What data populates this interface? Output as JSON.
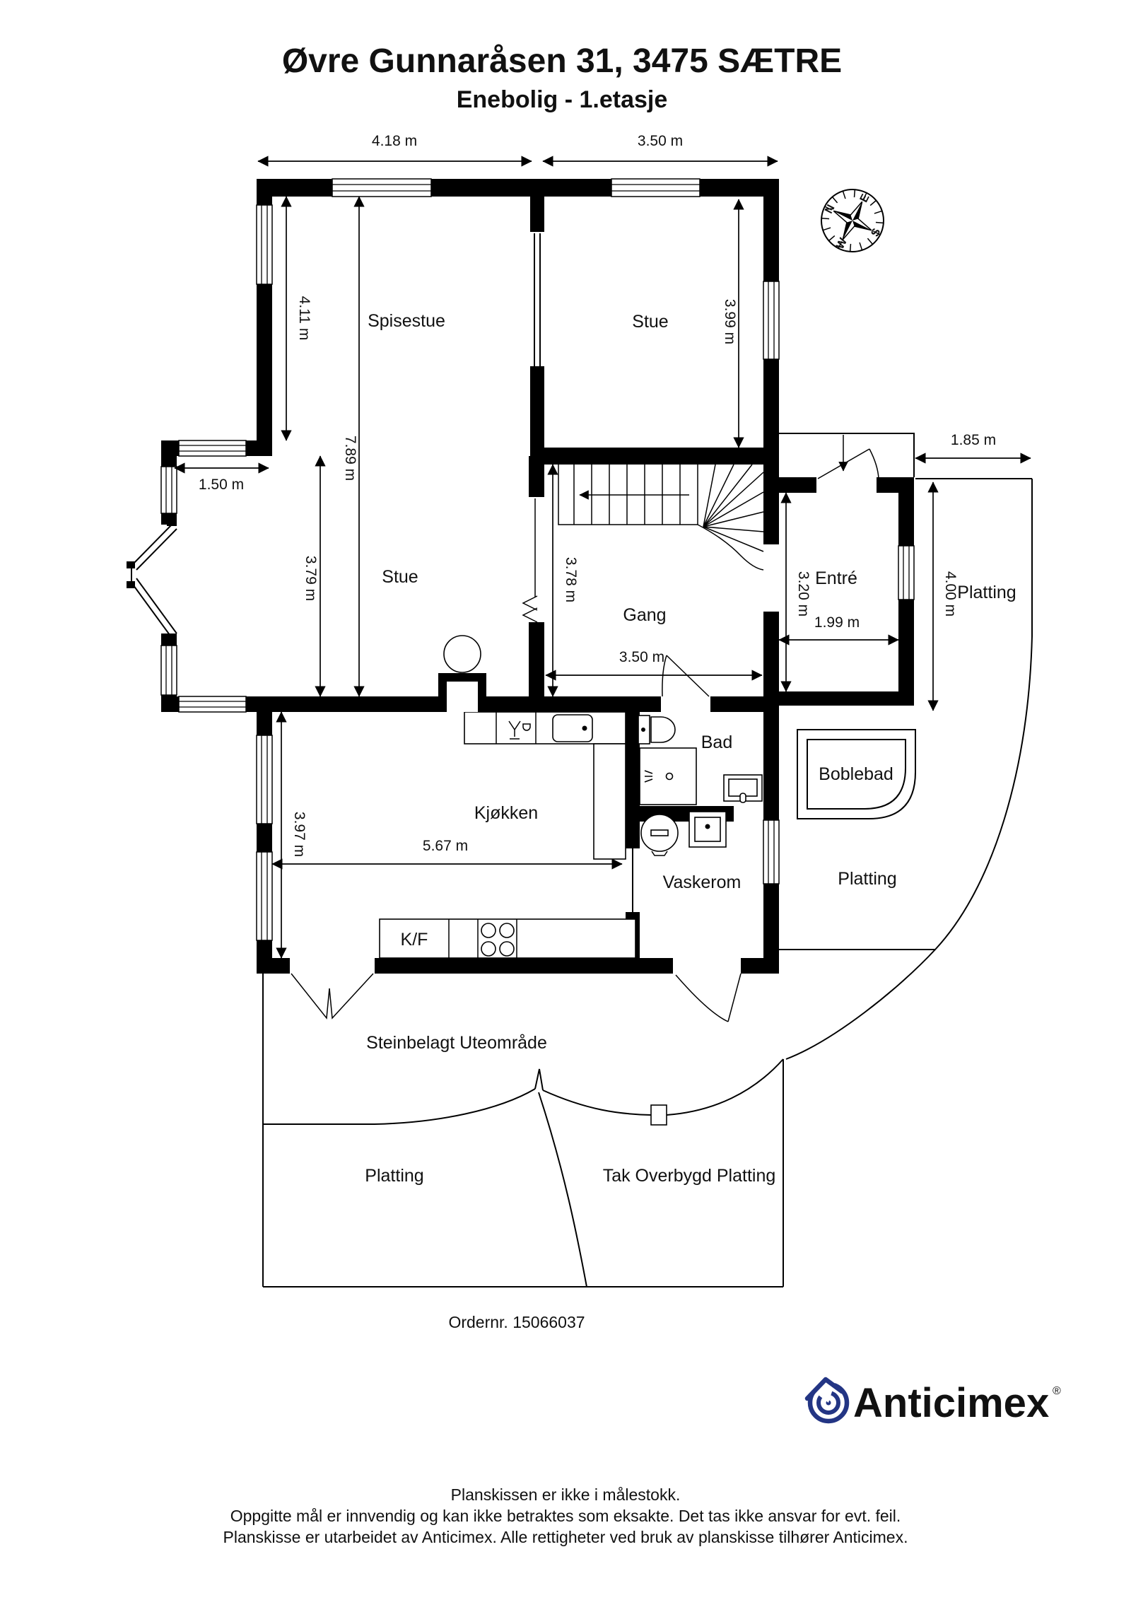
{
  "title": "Øvre Gunnaråsen 31, 3475 SÆTRE",
  "subtitle": "Enebolig  - 1.etasje",
  "plan": {
    "rooms": {
      "spisestue": "Spisestue",
      "stue_upper": "Stue",
      "stue_lower": "Stue",
      "gang": "Gang",
      "entre": "Entré",
      "kjokken": "Kjøkken",
      "bad": "Bad",
      "vaskerom": "Vaskerom",
      "boblebad": "Boblebad",
      "platting_east": "Platting",
      "platting_mid": "Platting",
      "platting_south": "Platting",
      "steinbelagt": "Steinbelagt Uteområde",
      "tak_overbygd": "Tak Overbygd Platting"
    },
    "fixtures": {
      "kf": "K/F"
    },
    "dims": {
      "d418": "4.18 m",
      "d350_top": "3.50 m",
      "d411": "4.11 m",
      "d399": "3.99 m",
      "d789": "7.89 m",
      "d150": "1.50 m",
      "d379": "3.79 m",
      "d378": "3.78 m",
      "d350_gang": "3.50 m",
      "d320": "3.20 m",
      "d199": "1.99 m",
      "d185": "1.85 m",
      "d400": "4.00 m",
      "d397": "3.97 m",
      "d567": "5.67 m"
    },
    "compass": {
      "n": "N",
      "e": "E",
      "s": "S",
      "w": "W"
    },
    "order_number": "Ordernr. 15066037"
  },
  "branding": {
    "logo_text": "Anticimex",
    "registered": "®",
    "logo_color": "#233584"
  },
  "footer": {
    "line1": "Planskissen er ikke i målestokk.",
    "line2": "Oppgitte mål er innvendig og kan ikke betraktes som eksakte. Det tas ikke ansvar for evt. feil.",
    "line3": "Planskisse er utarbeidet av Anticimex. Alle rettigheter ved bruk av planskisse tilhører Anticimex."
  }
}
